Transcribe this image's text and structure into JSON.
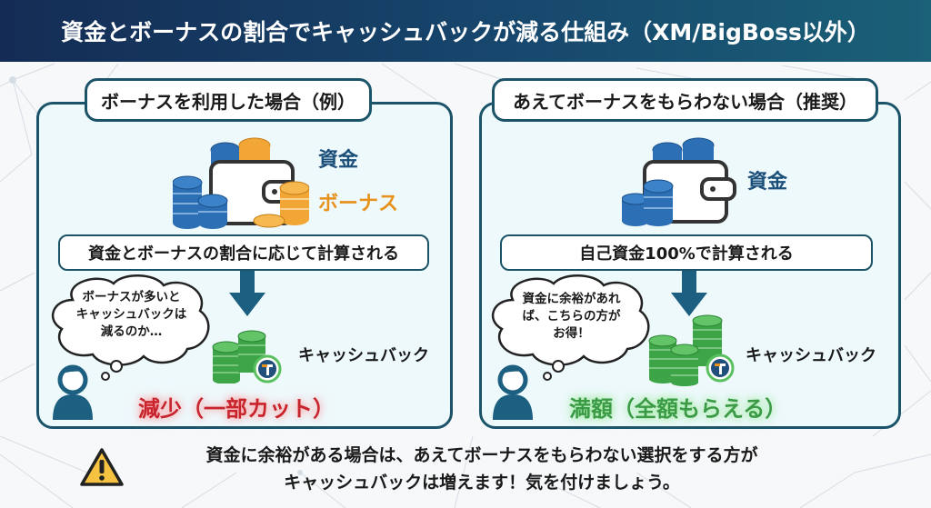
{
  "header": {
    "title": "資金とボーナスの割合でキャッシュバックが減る仕組み（XM/BigBoss以外）"
  },
  "left_panel": {
    "tab_title": "ボーナスを利用した場合（例）",
    "label_capital": "資金",
    "label_bonus": "ボーナス",
    "calc_text": "資金とボーナスの割合に応じて計算される",
    "thought_lines": [
      "ボーナスが多いと",
      "キャッシュバックは",
      "減るのか…"
    ],
    "cashback_label": "キャッシュバック",
    "result": "減少（一部カット）"
  },
  "right_panel": {
    "tab_title": "あえてボーナスをもらわない場合（推奨）",
    "label_capital": "資金",
    "calc_text": "自己資金100%で計算される",
    "thought_lines": [
      "資金に余裕があれ",
      "ば、こちらの方が",
      "お得！"
    ],
    "cashback_label": "キャッシュバック",
    "result": "満額（全額もらえる）"
  },
  "footer": {
    "line1": "資金に余裕がある場合は、あえてボーナスをもらわない選択をする方が",
    "line2": "キャッシュバックは増えます！気を付けましょう。"
  },
  "colors": {
    "header_start": "#142c55",
    "header_end": "#1a6077",
    "panel_border": "#1b5469",
    "capital_blue": "#1b4f7a",
    "bonus_orange": "#e8921e",
    "reduce_red": "#c8242c",
    "full_green": "#3b9a45",
    "warning_yellow": "#f5c242"
  }
}
